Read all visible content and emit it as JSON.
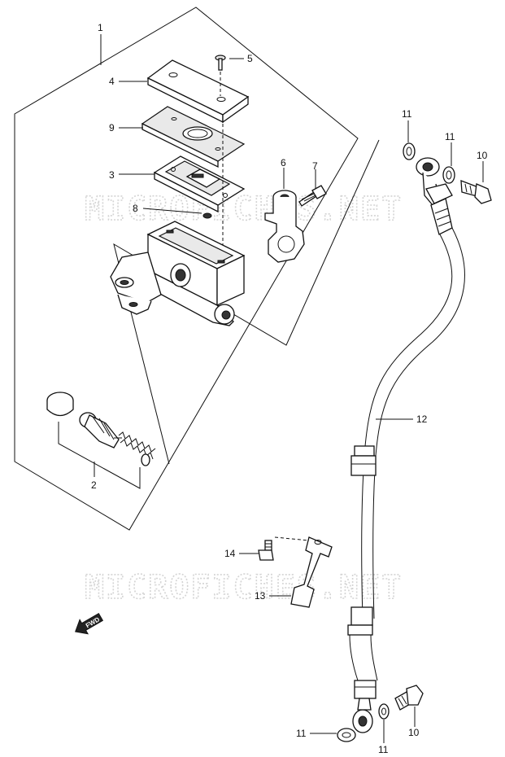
{
  "watermarks": [
    "MICROFICHES.NET",
    "MICROFICHES.NET"
  ],
  "fwd_label": "FWD",
  "callouts": {
    "c1": "1",
    "c2": "2",
    "c3": "3",
    "c4": "4",
    "c5": "5",
    "c6": "6",
    "c7": "7",
    "c8": "8",
    "c9": "9",
    "c10a": "10",
    "c10b": "10",
    "c11a": "11",
    "c11b": "11",
    "c11c": "11",
    "c11d": "11",
    "c12": "12",
    "c13": "13",
    "c14": "14"
  }
}
